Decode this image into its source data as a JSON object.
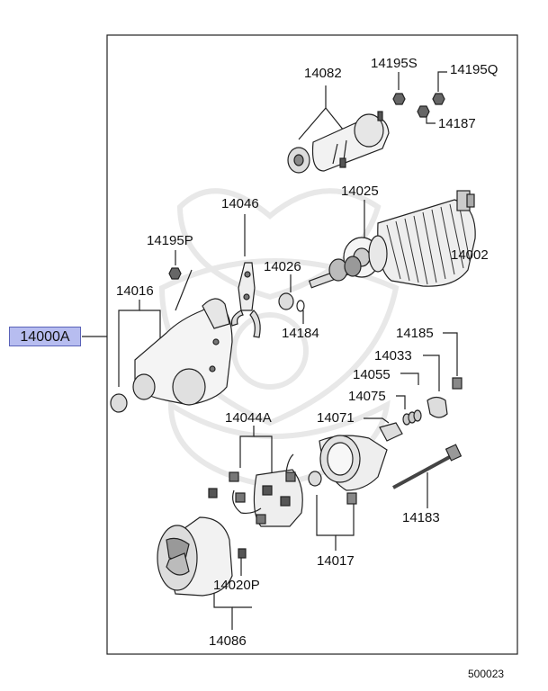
{
  "main_assembly": "14000A",
  "part_labels": {
    "p14082": "14082",
    "p14195S": "14195S",
    "p14195Q": "14195Q",
    "p14187": "14187",
    "p14046": "14046",
    "p14025": "14025",
    "p14002": "14002",
    "p14195P": "14195P",
    "p14026": "14026",
    "p14016": "14016",
    "p14184": "14184",
    "p14185": "14185",
    "p14033": "14033",
    "p14055": "14055",
    "p14075": "14075",
    "p14044A": "14044A",
    "p14071": "14071",
    "p14183": "14183",
    "p14017": "14017",
    "p14020P": "14020P",
    "p14086": "14086"
  },
  "diagram_code": "500023"
}
